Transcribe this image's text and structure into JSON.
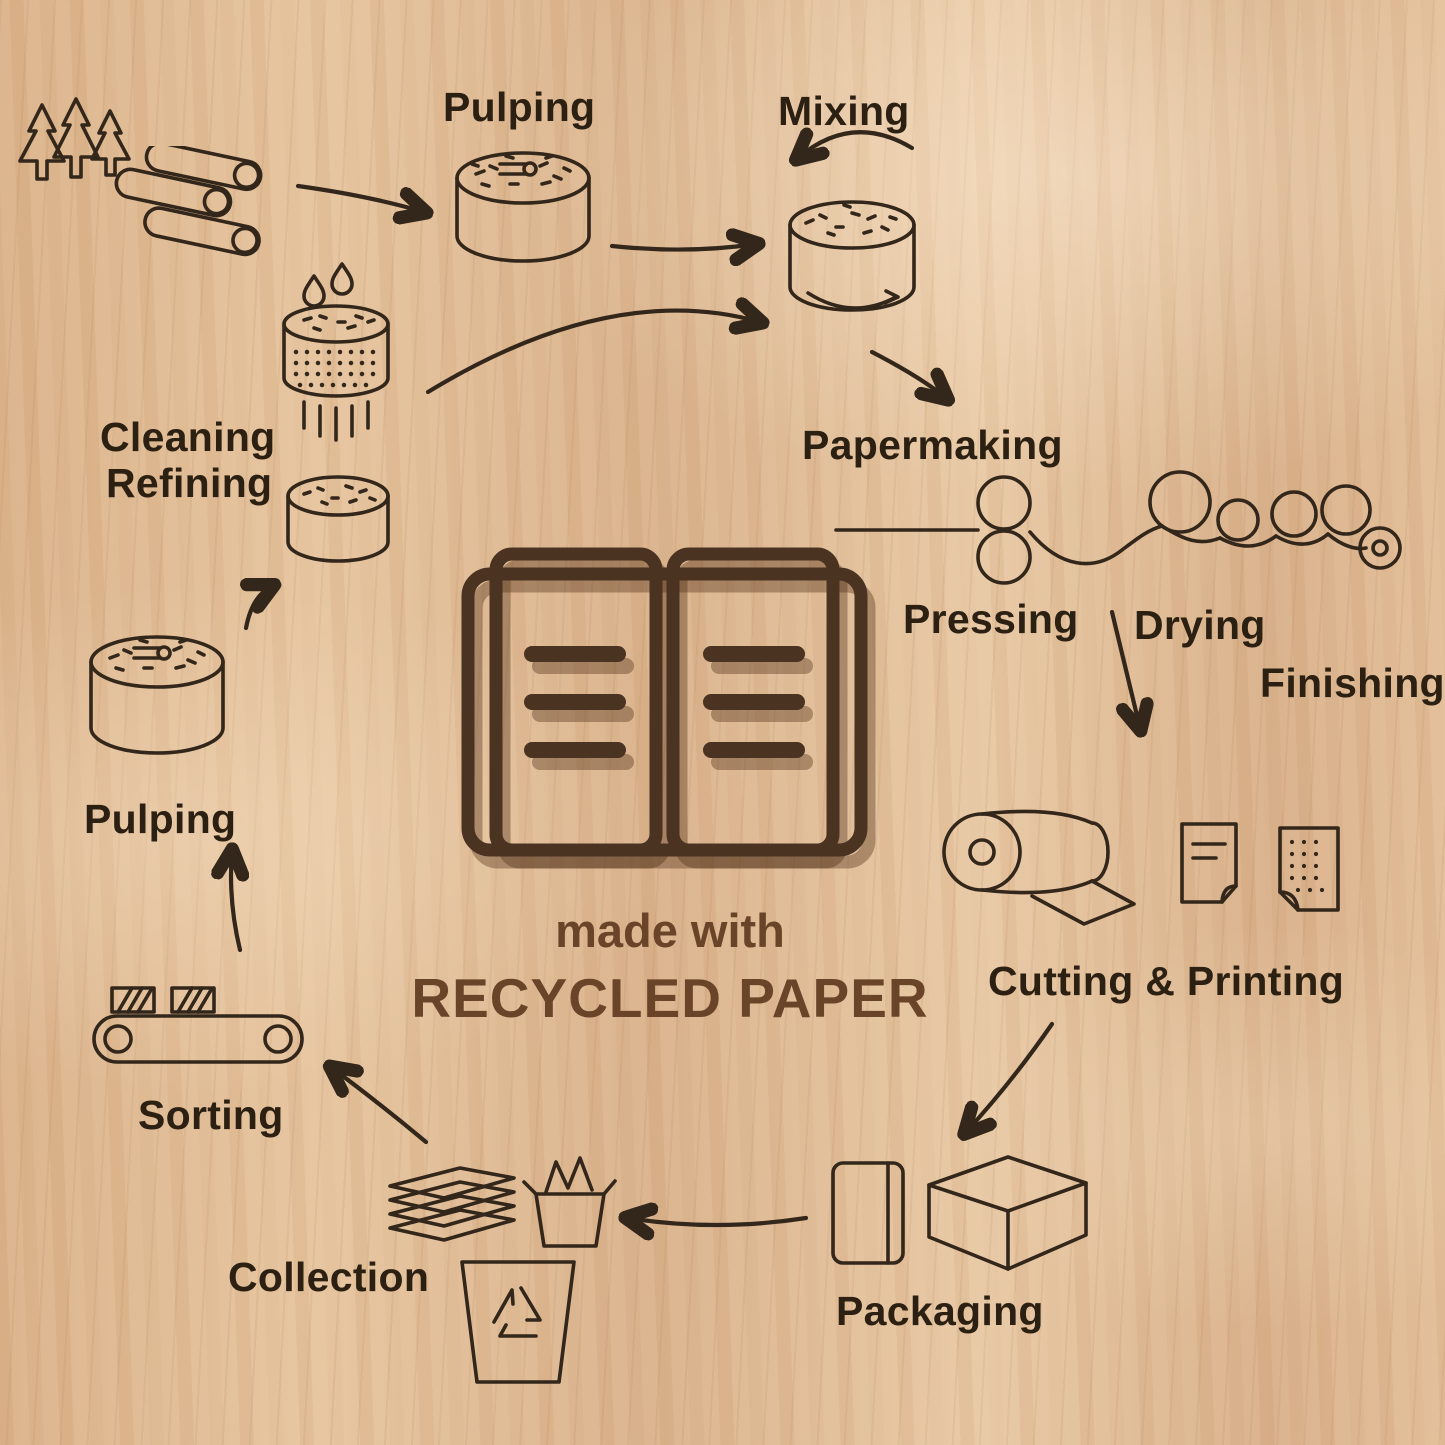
{
  "title": "made with RECYCLED PAPER process diagram",
  "colors": {
    "line": "#33261a",
    "label": "#2c2013",
    "center_brown": "#6a4428",
    "wood_base": "#deba94"
  },
  "center": {
    "book_icon": "open-book-icon",
    "made_with": "made with",
    "recycled_paper": "RECYCLED PAPER"
  },
  "stages": [
    {
      "id": "pulping-top",
      "label": "Pulping"
    },
    {
      "id": "mixing",
      "label": "Mixing"
    },
    {
      "id": "papermaking",
      "label": "Papermaking"
    },
    {
      "id": "pressing",
      "label": "Pressing"
    },
    {
      "id": "drying",
      "label": "Drying"
    },
    {
      "id": "finishing",
      "label": "Finishing"
    },
    {
      "id": "cutting-printing",
      "label": "Cutting & Printing"
    },
    {
      "id": "packaging",
      "label": "Packaging"
    },
    {
      "id": "collection",
      "label": "Collection"
    },
    {
      "id": "sorting",
      "label": "Sorting"
    },
    {
      "id": "pulping-left",
      "label": "Pulping"
    },
    {
      "id": "cleaning",
      "label": "Cleaning"
    },
    {
      "id": "refining",
      "label": "Refining"
    }
  ]
}
